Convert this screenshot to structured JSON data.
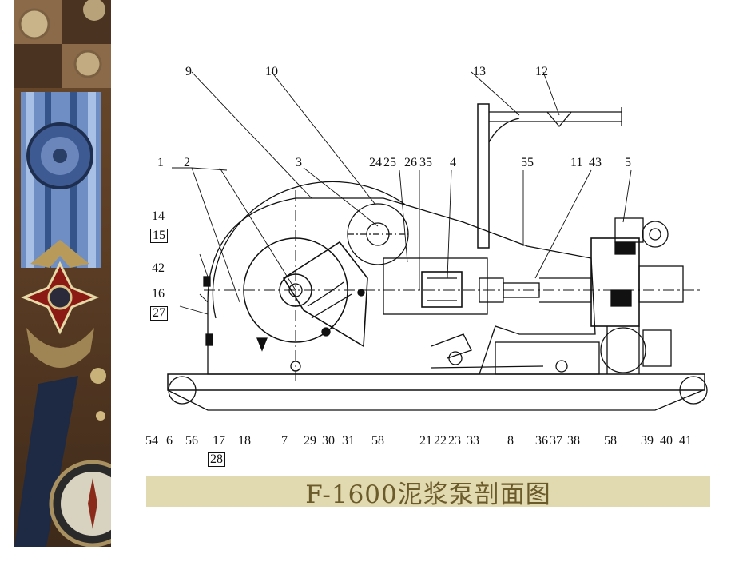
{
  "title": "F-1600泥浆泵剖面图",
  "colors": {
    "band": "#e1dab0",
    "title_text": "#6b5a2a",
    "ink": "#111111"
  },
  "top_labels": [
    "9",
    "10",
    "13",
    "12",
    "3",
    "24",
    "25",
    "26",
    "35",
    "4",
    "55",
    "11",
    "43",
    "5",
    "1",
    "2"
  ],
  "left_labels": [
    "14",
    "15",
    "42",
    "16",
    "27"
  ],
  "bottom_labels": [
    "54",
    "6",
    "56",
    "17",
    "18",
    "28",
    "7",
    "29",
    "30",
    "31",
    "58",
    "21",
    "22",
    "23",
    "33",
    "8",
    "36",
    "37",
    "38",
    "58",
    "39",
    "40",
    "41"
  ]
}
